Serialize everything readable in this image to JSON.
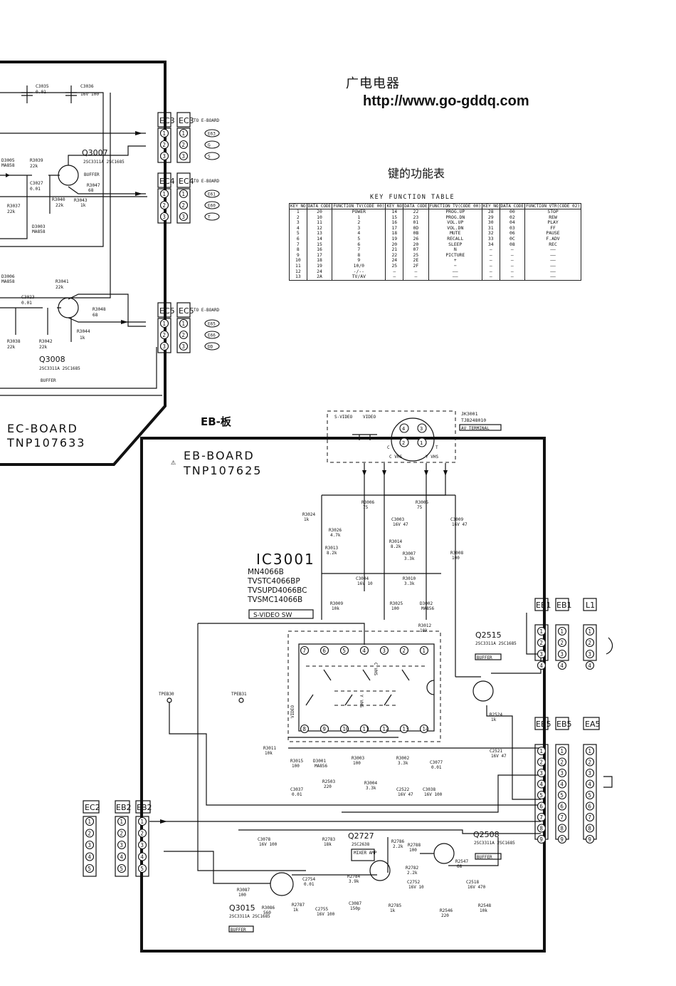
{
  "header": {
    "site_name_cn": "广电电器",
    "site_url": "http://www.go-gddq.com"
  },
  "key_table": {
    "title_cn": "键的功能表",
    "title_en": "KEY FUNCTION TABLE",
    "headers": [
      "KEY NO",
      "DATA CODE",
      "FUNCTION TV(CODE 00)",
      "KEY NO",
      "DATA CODE",
      "FUNCTION TV(CODE 00)",
      "KEY NO",
      "DATA CODE",
      "FUNCTION VTR(CODE 02)"
    ],
    "group1": {
      "key_no": [
        "1",
        "2",
        "3",
        "4",
        "5",
        "6",
        "7",
        "8",
        "9",
        "10",
        "11",
        "12",
        "13"
      ],
      "data_code": [
        "20",
        "10",
        "11",
        "12",
        "13",
        "14",
        "15",
        "16",
        "17",
        "18",
        "19",
        "24",
        "2A"
      ],
      "function": [
        "POWER",
        "1",
        "2",
        "3",
        "4",
        "5",
        "6",
        "7",
        "8",
        "9",
        "10/0",
        "-/--",
        "TV/AV"
      ]
    },
    "group2": {
      "key_no": [
        "14",
        "15",
        "16",
        "17",
        "18",
        "19",
        "20",
        "21",
        "22",
        "24",
        "25",
        "—",
        "—"
      ],
      "data_code": [
        "22",
        "23",
        "01",
        "0D",
        "0B",
        "26",
        "20",
        "07",
        "25",
        "2E",
        "2F",
        "—",
        "—"
      ],
      "function": [
        "PROG.UP",
        "PROG.DN",
        "VOL.UP",
        "VOL.DN",
        "MUTE",
        "RECALL",
        "SLEEP",
        "N",
        "PICTURE",
        "+",
        "−",
        "——",
        "——"
      ]
    },
    "group3": {
      "key_no": [
        "28",
        "29",
        "30",
        "31",
        "32",
        "33",
        "34",
        "—",
        "—",
        "—",
        "—",
        "—",
        "—"
      ],
      "data_code": [
        "00",
        "02",
        "04",
        "03",
        "06",
        "0C",
        "08",
        "—",
        "—",
        "—",
        "—",
        "—",
        "—"
      ],
      "function": [
        "STOP",
        "REW",
        "PLAY",
        "FF",
        "PAUSE",
        "F.ADV",
        "REC",
        "——",
        "——",
        "——",
        "——",
        "——",
        "——"
      ]
    }
  },
  "ec_board": {
    "name": "EC-BOARD",
    "part_no": "TNP107633",
    "connectors": [
      "EC3",
      "EC4",
      "EC5"
    ],
    "to_e_board": "TO E-BOARD",
    "ec3_pins": [
      "1",
      "2",
      "3"
    ],
    "ec3_signals": [
      "E63",
      "G",
      "S"
    ],
    "ec4_signals": [
      "E61",
      "E60",
      "T"
    ],
    "ec5_signals": [
      "E65",
      "E66",
      "DD"
    ],
    "components": [
      {
        "ref": "C3035",
        "value": "0.01"
      },
      {
        "ref": "C3036",
        "value": "16V 100"
      },
      {
        "ref": "D3005",
        "value": "MA858"
      },
      {
        "ref": "R3039",
        "value": "22k"
      },
      {
        "ref": "C3027",
        "value": "0.01"
      },
      {
        "ref": "R3037",
        "value": "22k"
      },
      {
        "ref": "R3040",
        "value": "22k"
      },
      {
        "ref": "R3043",
        "value": "1k"
      },
      {
        "ref": "R3047",
        "value": "68"
      },
      {
        "ref": "D3003",
        "value": "MA858"
      },
      {
        "ref": "D3006",
        "value": "MA858"
      },
      {
        "ref": "C3023",
        "value": "0.01"
      },
      {
        "ref": "R3041",
        "value": "22k"
      },
      {
        "ref": "R3048",
        "value": "68"
      },
      {
        "ref": "R3044",
        "value": "1k"
      },
      {
        "ref": "R3038",
        "value": "22k"
      },
      {
        "ref": "R3042",
        "value": "22k"
      }
    ],
    "q3007": {
      "ref": "Q3007",
      "part": "2SC3311A 2SC1685",
      "role": "BUFFER"
    },
    "q3008": {
      "ref": "Q3008",
      "part": "2SC3311A 2SC1685",
      "role": "BUFFER"
    }
  },
  "eb_board": {
    "label_cn": "EB-板",
    "name": "EB-BOARD",
    "part_no": "TNP107625",
    "jack": {
      "ref": "JK3001",
      "part": "TJB248010",
      "role": "AV TERMINAL",
      "svideo": "S-VIDEO",
      "video": "VIDEO",
      "c": "C",
      "y": "Y",
      "t": "T",
      "c_vhs": "C VHS",
      "y_vhs": "Y VHS"
    },
    "ic": {
      "ref": "IC3001",
      "part": "MN4066B",
      "alts": [
        "TVSTC4066BP",
        "TVSUPD4066BC",
        "TVSMC14066B"
      ],
      "role": "S-VIDEO SW"
    },
    "ic_pins_top": [
      "7",
      "6",
      "5",
      "4",
      "3",
      "2",
      "1"
    ],
    "ic_pins_bottom": [
      "8",
      "9",
      "10",
      "11",
      "12",
      "13",
      "14"
    ],
    "ic_inner_c": "C VHS",
    "ic_inner_y": "Y VHS",
    "ic_inner_video": "VIDEO",
    "components": [
      {
        "ref": "R3024",
        "value": "1k"
      },
      {
        "ref": "R3006",
        "value": "75"
      },
      {
        "ref": "R3005",
        "value": "75"
      },
      {
        "ref": "C3003",
        "value": "16V 47"
      },
      {
        "ref": "C3009",
        "value": "16V 47"
      },
      {
        "ref": "R3026",
        "value": "4.7k"
      },
      {
        "ref": "R3013",
        "value": "8.2k"
      },
      {
        "ref": "R3014",
        "value": "8.2k"
      },
      {
        "ref": "R3007",
        "value": "3.3k"
      },
      {
        "ref": "R3008",
        "value": "100"
      },
      {
        "ref": "C3004",
        "value": "16V 10"
      },
      {
        "ref": "R3010",
        "value": "3.3k"
      },
      {
        "ref": "R3009",
        "value": "10k"
      },
      {
        "ref": "R3025",
        "value": "100"
      },
      {
        "ref": "D3002",
        "value": "MA856"
      },
      {
        "ref": "R3012",
        "value": "10k"
      },
      {
        "ref": "R3011",
        "value": "10k"
      },
      {
        "ref": "R3015",
        "value": "100"
      },
      {
        "ref": "D3001",
        "value": "MA856"
      },
      {
        "ref": "R3003",
        "value": "100"
      },
      {
        "ref": "R3002",
        "value": "3.3k"
      },
      {
        "ref": "C3077",
        "value": "0.01"
      },
      {
        "ref": "C3037",
        "value": "0.01"
      },
      {
        "ref": "R2503",
        "value": "220"
      },
      {
        "ref": "R3004",
        "value": "3.3k"
      },
      {
        "ref": "C2522",
        "value": "16V 47"
      },
      {
        "ref": "C3038",
        "value": "16V 100"
      },
      {
        "ref": "R2524",
        "value": "1k"
      },
      {
        "ref": "C2521",
        "value": "16V 47"
      },
      {
        "ref": "C3078",
        "value": "16V 100"
      },
      {
        "ref": "R2783",
        "value": "18k"
      },
      {
        "ref": "R2786",
        "value": "2.2k"
      },
      {
        "ref": "R2788",
        "value": "100"
      },
      {
        "ref": "R2547",
        "value": "68"
      },
      {
        "ref": "R3087",
        "value": "100"
      },
      {
        "ref": "C2754",
        "value": "0.01"
      },
      {
        "ref": "R2784",
        "value": "3.9k"
      },
      {
        "ref": "R2782",
        "value": "2.2k"
      },
      {
        "ref": "C2752",
        "value": "16V 10"
      },
      {
        "ref": "C2518",
        "value": "16V 470"
      },
      {
        "ref": "R3086",
        "value": "560"
      },
      {
        "ref": "R2787",
        "value": "1k"
      },
      {
        "ref": "C2755",
        "value": "16V 100"
      },
      {
        "ref": "C3087",
        "value": "150p"
      },
      {
        "ref": "R2785",
        "value": "1k"
      },
      {
        "ref": "R2546",
        "value": "220"
      },
      {
        "ref": "R2548",
        "value": "10k"
      }
    ],
    "q2515": {
      "ref": "Q2515",
      "part": "2SC3311A 2SC1685",
      "role": "BUFFER"
    },
    "q2727": {
      "ref": "Q2727",
      "part": "2SC2638",
      "role": "MIXER AMP"
    },
    "q2508": {
      "ref": "Q2508",
      "part": "2SC3311A 2SC1685",
      "role": "BUFFER"
    },
    "q3015": {
      "ref": "Q3015",
      "part": "2SC3311A 2SC1685",
      "role": "BUFFER"
    },
    "test_points": [
      "TPEB30",
      "TPEB31"
    ]
  },
  "connectors_right": {
    "eb1": "EB1",
    "eb1b": "EB1",
    "l1": "L1",
    "eb5": "EB5",
    "eb5b": "EB5",
    "ea5": "EA5",
    "pins4": [
      "1",
      "2",
      "3",
      "4"
    ],
    "pins9": [
      "1",
      "2",
      "3",
      "4",
      "5",
      "6",
      "7",
      "8",
      "9"
    ]
  },
  "connectors_left": {
    "ec2": "EC2",
    "eb2a": "EB2",
    "eb2b": "EB2",
    "pins5": [
      "1",
      "2",
      "3",
      "4",
      "5"
    ]
  }
}
